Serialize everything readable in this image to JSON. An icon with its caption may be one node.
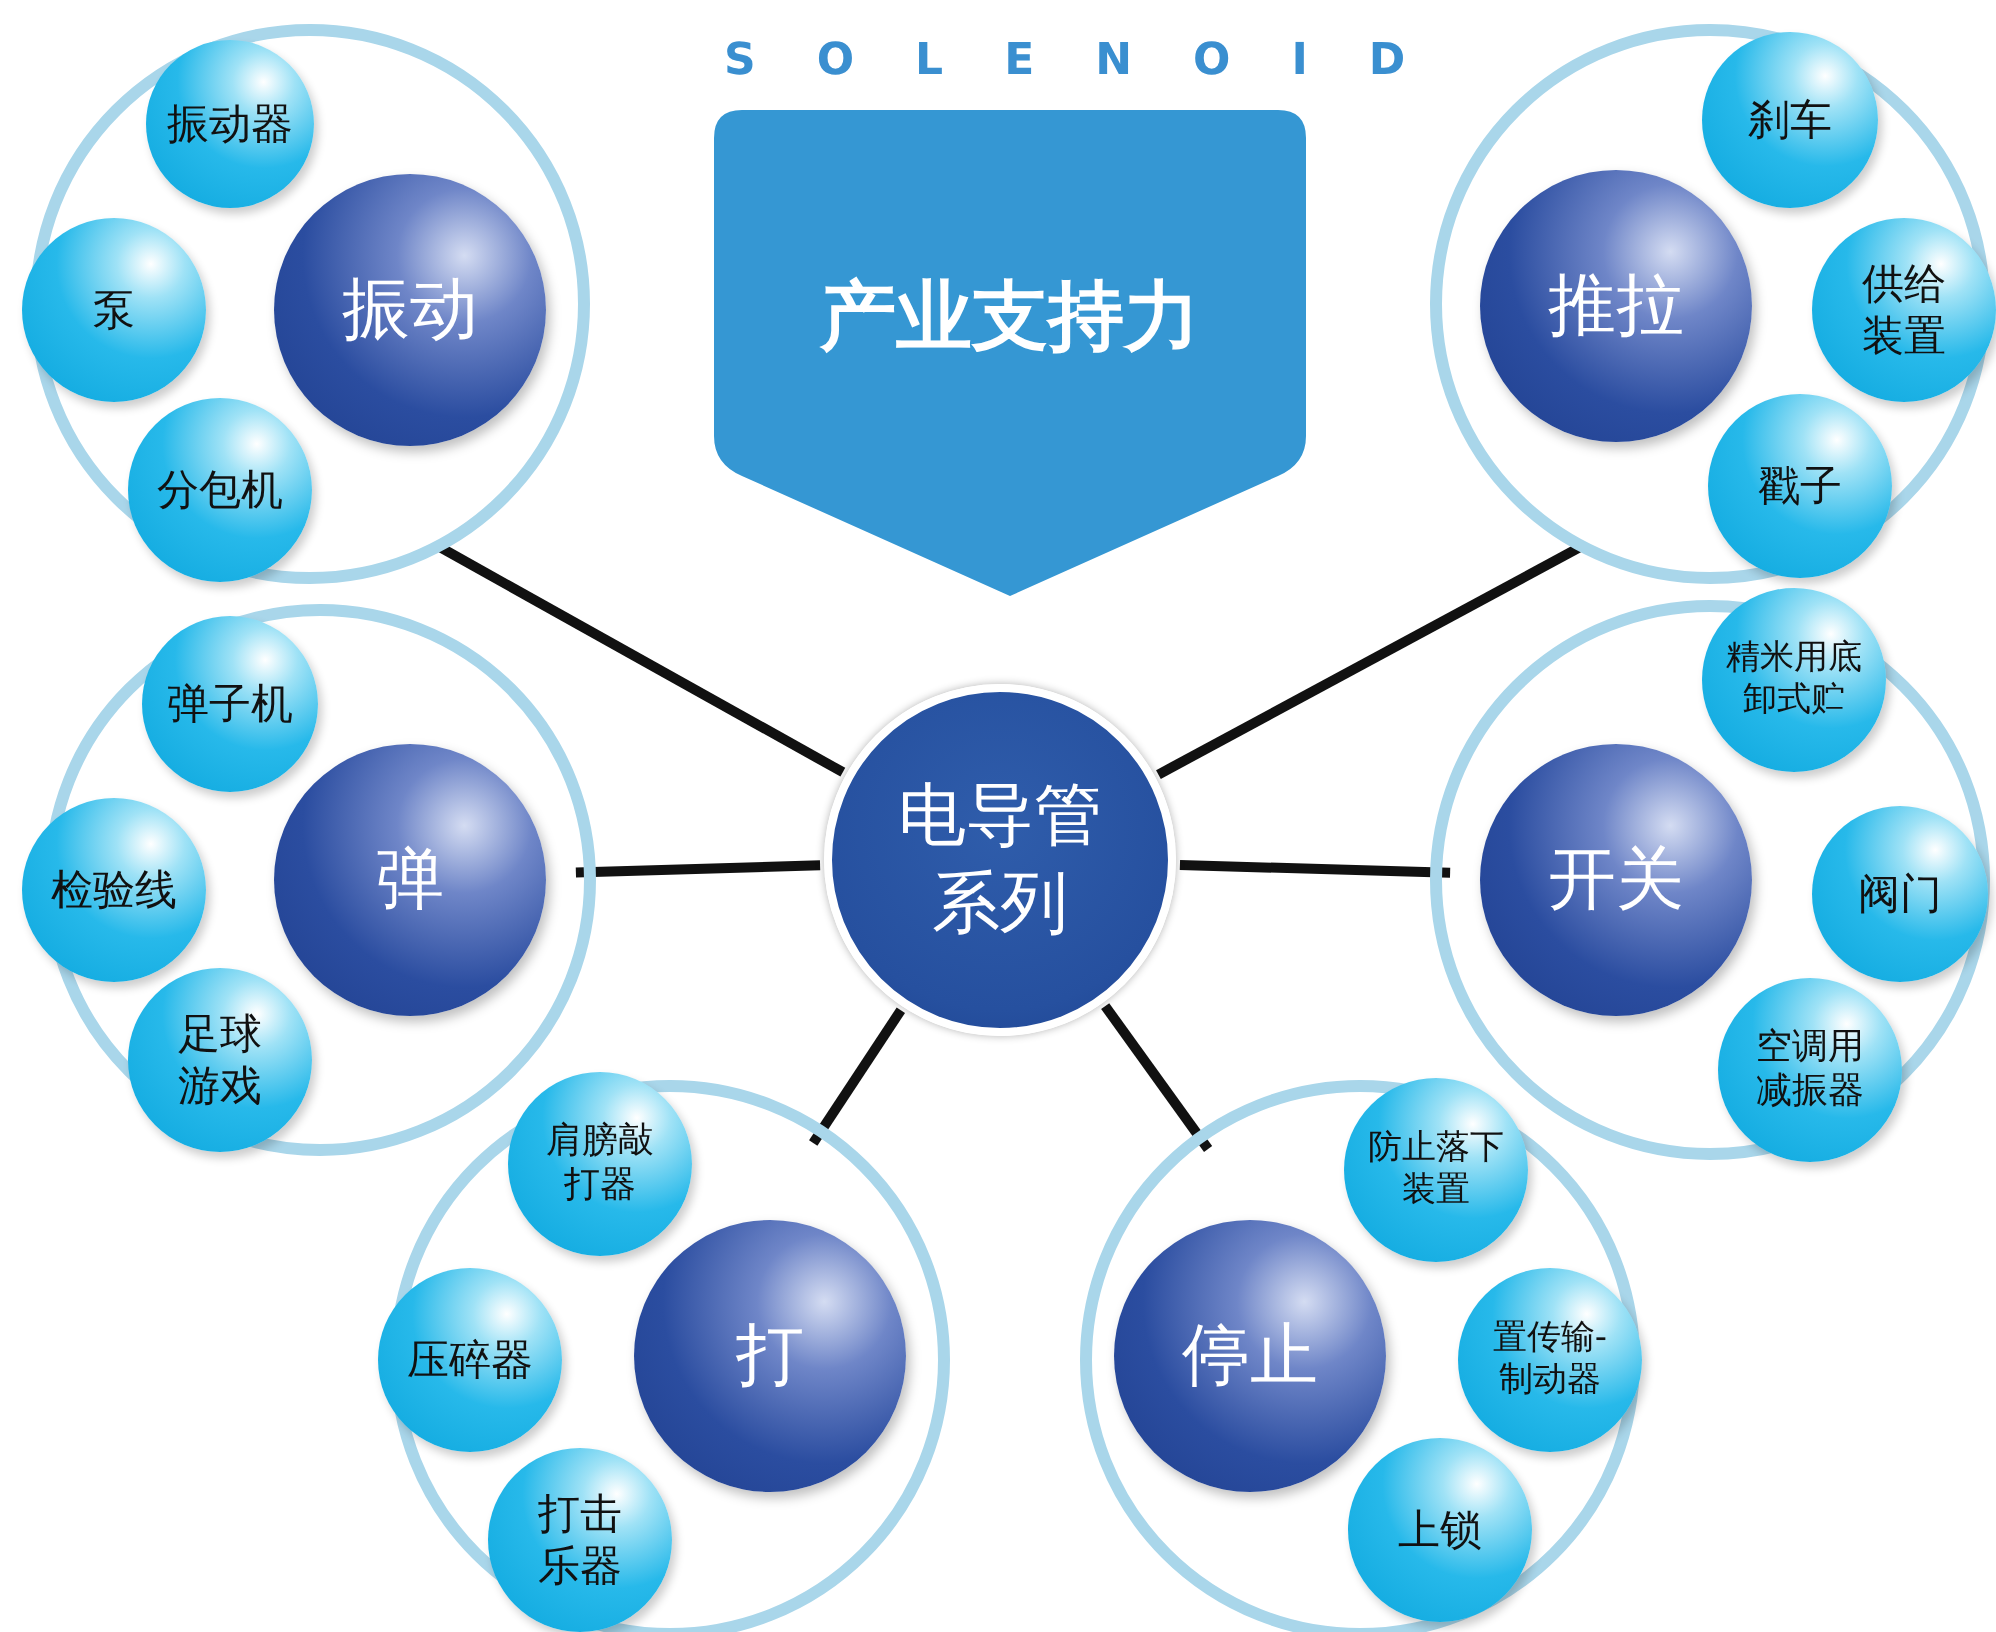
{
  "diagram": {
    "nodes": [
      {
        "text": [
          "产业支持力"
        ]
      },
      {
        "text": [],
        "shape": "circle"
      },
      {
        "text": [
          "振动"
        ],
        "in": 1
      },
      {
        "text": [
          "振动器"
        ],
        "in": 1
      },
      {
        "text": [
          "泵"
        ],
        "in": 1
      },
      {
        "text": [
          "分包机"
        ],
        "in": 1
      },
      {
        "text": [],
        "shape": "circle"
      },
      {
        "text": [
          "推拉"
        ],
        "in": 6
      },
      {
        "text": [
          "刹车"
        ],
        "in": 6
      },
      {
        "text": [
          "供给装置"
        ],
        "in": 6
      },
      {
        "text": [
          "戳子"
        ],
        "in": 6
      },
      {
        "text": [
          "电导管系列"
        ]
      },
      {
        "text": [],
        "shape": "circle"
      },
      {
        "text": [
          "弹"
        ],
        "in": 12
      },
      {
        "text": [
          "弹子机"
        ],
        "in": 12
      },
      {
        "text": [
          "检验线"
        ],
        "in": 12
      },
      {
        "text": [
          "足球游戏"
        ],
        "in": 12
      },
      {
        "text": [],
        "shape": "circle"
      },
      {
        "text": [
          "开关"
        ],
        "in": 17
      },
      {
        "text": [
          "精米用底卸式贮"
        ],
        "in": 17
      },
      {
        "text": [
          "阀门"
        ],
        "in": 17
      },
      {
        "text": [
          "空调用减振器"
        ],
        "in": 17
      },
      {
        "text": [],
        "shape": "circle"
      },
      {
        "text": [
          "打"
        ],
        "in": 22
      },
      {
        "text": [
          "肩膀敲打器"
        ],
        "in": 22
      },
      {
        "text": [
          "压碎器"
        ],
        "in": 22
      },
      {
        "text": [
          "打击乐器"
        ],
        "in": 22
      },
      {
        "text": [],
        "shape": "circle"
      },
      {
        "text": [
          "停止"
        ],
        "in": 27
      },
      {
        "text": [
          "防止落下装置"
        ],
        "in": 27
      },
      {
        "text": [
          "置传输-制动器"
        ],
        "in": 27
      },
      {
        "text": [
          "上锁"
        ],
        "in": 27
      }
    ],
    "edges": [
      {
        "from": 11,
        "to": 1,
        "arrow": "none"
      },
      {
        "from": 11,
        "to": 6,
        "arrow": "none"
      },
      {
        "from": 11,
        "to": 12,
        "arrow": "none"
      },
      {
        "from": 11,
        "to": 17,
        "arrow": "none"
      },
      {
        "from": 11,
        "to": 22,
        "arrow": "none"
      },
      {
        "from": 11,
        "to": 27,
        "arrow": "none"
      }
    ],
    "labels": [
      "SOLENOID"
    ]
  }
}
